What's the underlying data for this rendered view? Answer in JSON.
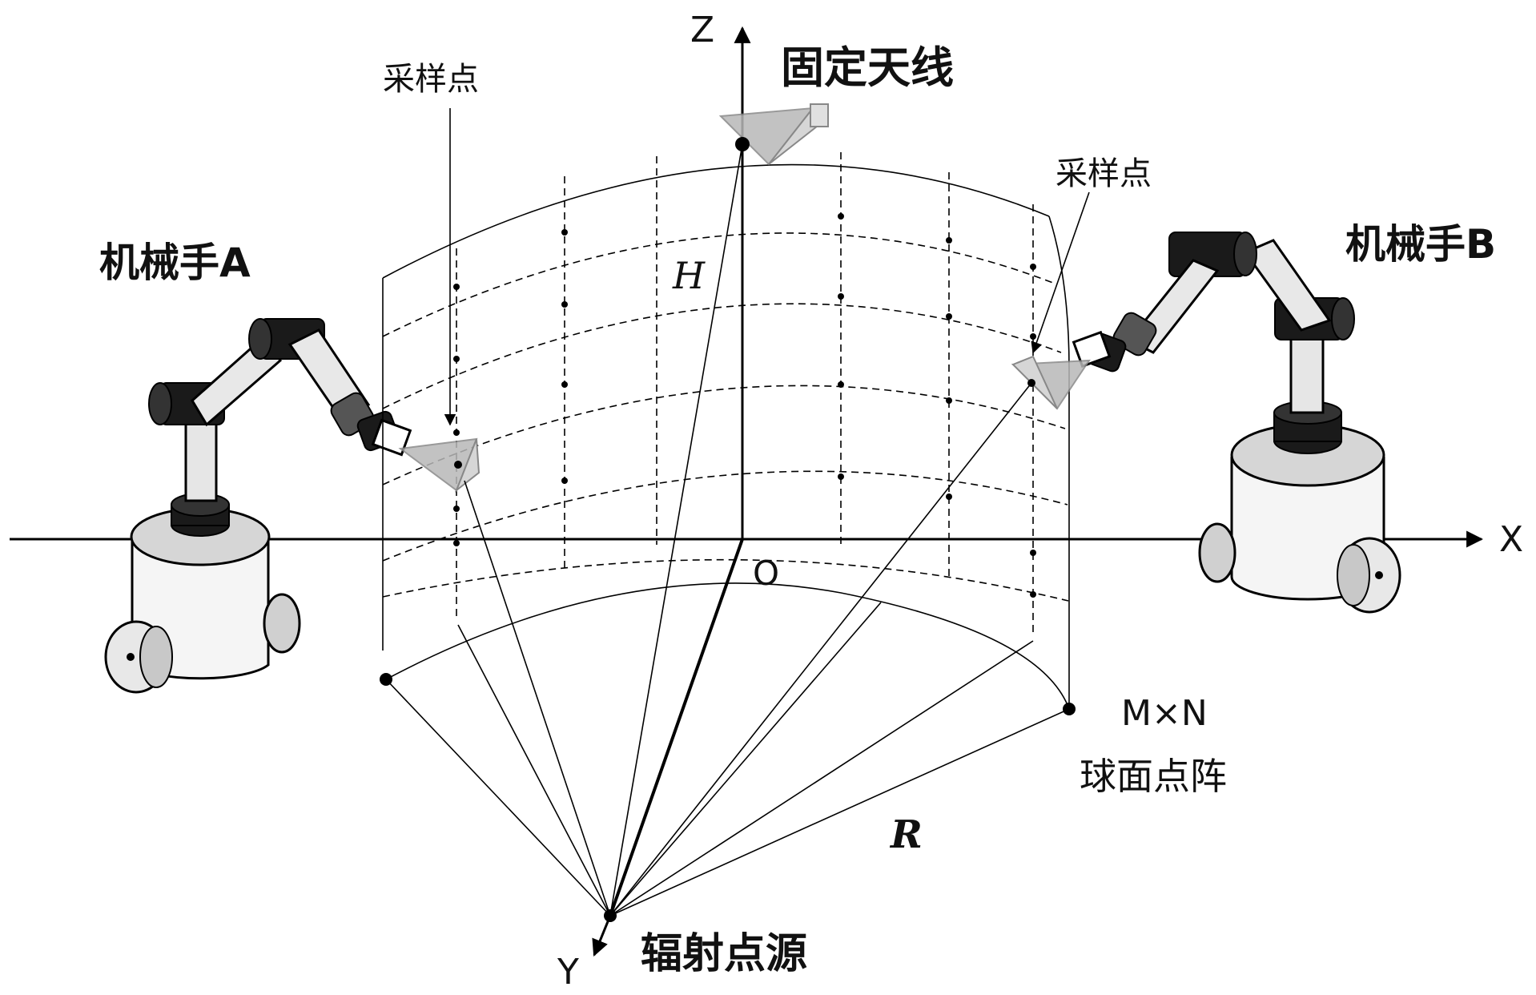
{
  "labels": {
    "axis_z": "Z",
    "axis_x": "X",
    "axis_y": "Y",
    "origin": "O",
    "fixed_antenna": "固定天线",
    "sampling_point_left": "采样点",
    "sampling_point_right": "采样点",
    "robot_arm_a": "机械手A",
    "robot_arm_b": "机械手B",
    "height": "H",
    "radius": "R",
    "grid_size": "M×N",
    "grid_desc": "球面点阵",
    "radiation_source": "辐射点源"
  },
  "colors": {
    "line": "#000000",
    "arm_dark": "#1a1a1a",
    "arm_light": "#e6e6e6",
    "base_fill": "#f2f2f2",
    "horn": "#b8b8b8"
  },
  "grid": {
    "rows": 5,
    "cols": 7
  }
}
